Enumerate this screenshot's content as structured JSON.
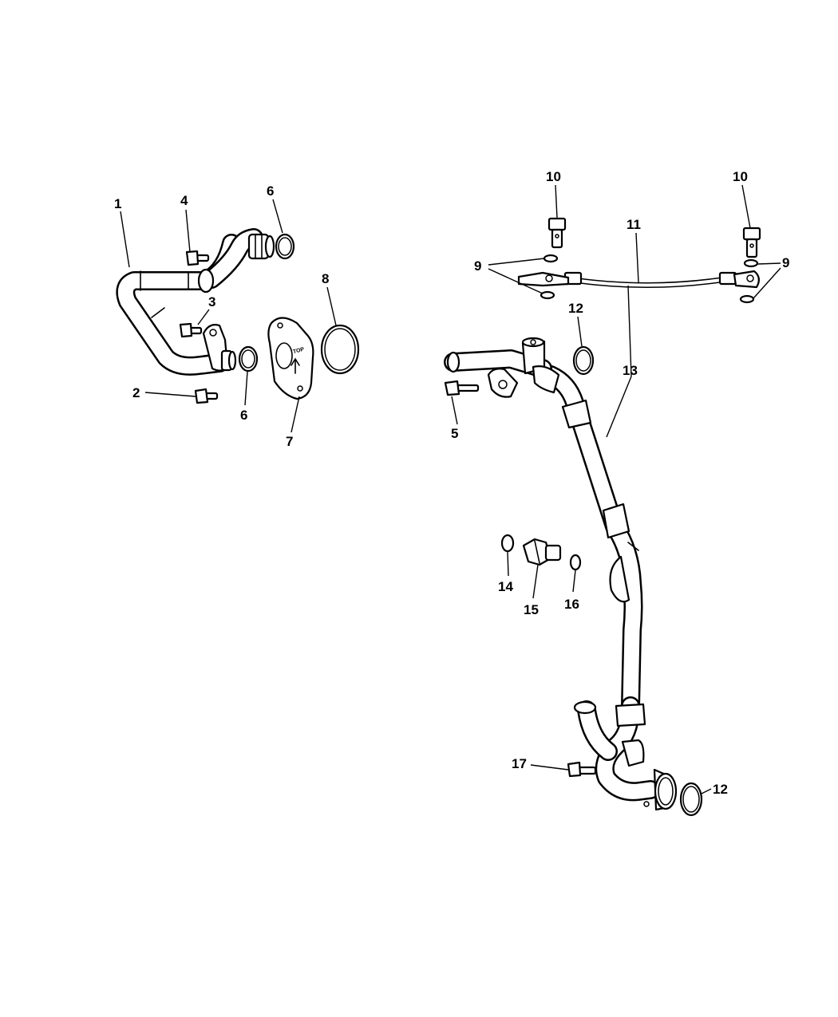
{
  "callouts": [
    {
      "id": "c1",
      "text": "1"
    },
    {
      "id": "c2",
      "text": "2"
    },
    {
      "id": "c3",
      "text": "3"
    },
    {
      "id": "c4",
      "text": "4"
    },
    {
      "id": "c5",
      "text": "5"
    },
    {
      "id": "c6a",
      "text": "6"
    },
    {
      "id": "c6b",
      "text": "6"
    },
    {
      "id": "c7",
      "text": "7"
    },
    {
      "id": "c8",
      "text": "8"
    },
    {
      "id": "c9a",
      "text": "9"
    },
    {
      "id": "c9b",
      "text": "9"
    },
    {
      "id": "c10a",
      "text": "10"
    },
    {
      "id": "c10b",
      "text": "10"
    },
    {
      "id": "c11",
      "text": "11"
    },
    {
      "id": "c12a",
      "text": "12"
    },
    {
      "id": "c12b",
      "text": "12"
    },
    {
      "id": "c13",
      "text": "13"
    },
    {
      "id": "c14",
      "text": "14"
    },
    {
      "id": "c15",
      "text": "15"
    },
    {
      "id": "c16",
      "text": "16"
    },
    {
      "id": "c17",
      "text": "17"
    }
  ],
  "plate_marking": "TOP"
}
